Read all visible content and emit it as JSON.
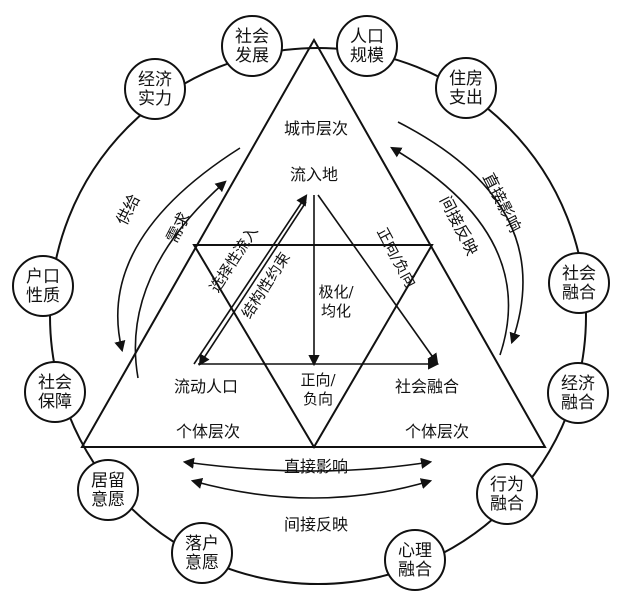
{
  "outer_nodes": [
    {
      "id": "shehui-fazhan",
      "lines": [
        "社会",
        "发展"
      ]
    },
    {
      "id": "renkou-guimo",
      "lines": [
        "人口",
        "规模"
      ]
    },
    {
      "id": "zhufang-zhichu",
      "lines": [
        "住房",
        "支出"
      ]
    },
    {
      "id": "jingji-shili",
      "lines": [
        "经济",
        "实力"
      ]
    },
    {
      "id": "shehui-ronghe",
      "lines": [
        "社会",
        "融合"
      ]
    },
    {
      "id": "hukou-xingzhi",
      "lines": [
        "户口",
        "性质"
      ]
    },
    {
      "id": "jingji-ronghe",
      "lines": [
        "经济",
        "融合"
      ]
    },
    {
      "id": "shehui-baozhang",
      "lines": [
        "社会",
        "保障"
      ]
    },
    {
      "id": "xingwei-ronghe",
      "lines": [
        "行为",
        "融合"
      ]
    },
    {
      "id": "juliu-yiyuan",
      "lines": [
        "居留",
        "意愿"
      ]
    },
    {
      "id": "xinli-ronghe",
      "lines": [
        "心理",
        "融合"
      ]
    },
    {
      "id": "luohu-yiyuan",
      "lines": [
        "落户",
        "意愿"
      ]
    }
  ],
  "labels": {
    "city_level": "城市层次",
    "inflow_place": "流入地",
    "floating_population": "流动人口",
    "social_integration": "社会融合",
    "individual_level_left": "个体层次",
    "individual_level_right": "个体层次",
    "supply": "供给",
    "demand": "需求",
    "indirect_reflection_right": "间接反映",
    "direct_impact_right": "直接影响",
    "direct_impact_bottom": "直接影响",
    "indirect_reflection_bottom": "间接反映",
    "polarization": "极化/",
    "equalization": "均化",
    "positive": "正向/",
    "negative": "负向",
    "pos_neg_vertical": "正向/负向",
    "choice_inflow": "选择性流入",
    "structural_constraint": "结构性约束"
  }
}
